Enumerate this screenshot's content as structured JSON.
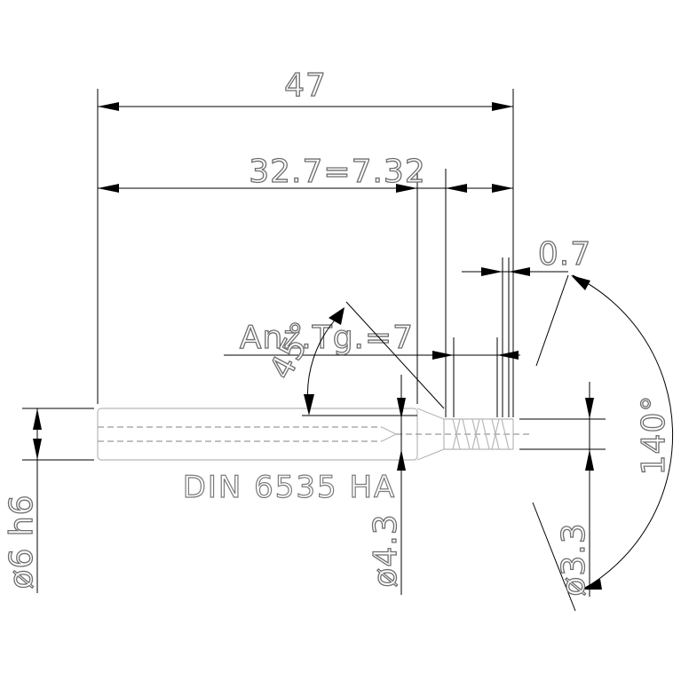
{
  "dimensions": {
    "overall_length": "47",
    "thread_length": "3⁢2.7=7.32",
    "chamfer": "0.7",
    "thread_count": "Anz.Tg.=7",
    "chamfer_angle": "45°",
    "point_angle": "140°",
    "shank_diameter": "ø6 h6",
    "neck_diameter": "ø4.3",
    "thread_diameter": "ø3.3"
  },
  "notes": {
    "standard": "DIN 6535 HA"
  }
}
